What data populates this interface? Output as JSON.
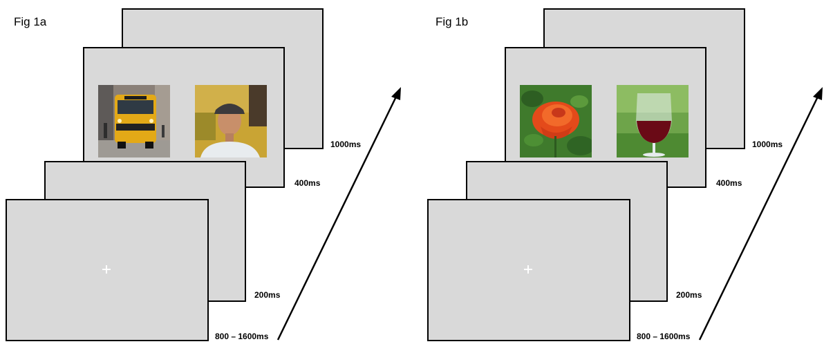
{
  "panels": [
    {
      "title": "Fig 1a",
      "stages": [
        "1000ms",
        "400ms",
        "200ms",
        "800 – 1600ms"
      ],
      "images": [
        "school-bus",
        "young-man-cap"
      ]
    },
    {
      "title": "Fig 1b",
      "stages": [
        "1000ms",
        "400ms",
        "200ms",
        "800 – 1600ms"
      ],
      "images": [
        "orange-rose",
        "wine-glass"
      ]
    }
  ],
  "colors": {
    "screen": "#d9d9d9",
    "border": "#000000",
    "fixation": "#ffffff"
  }
}
